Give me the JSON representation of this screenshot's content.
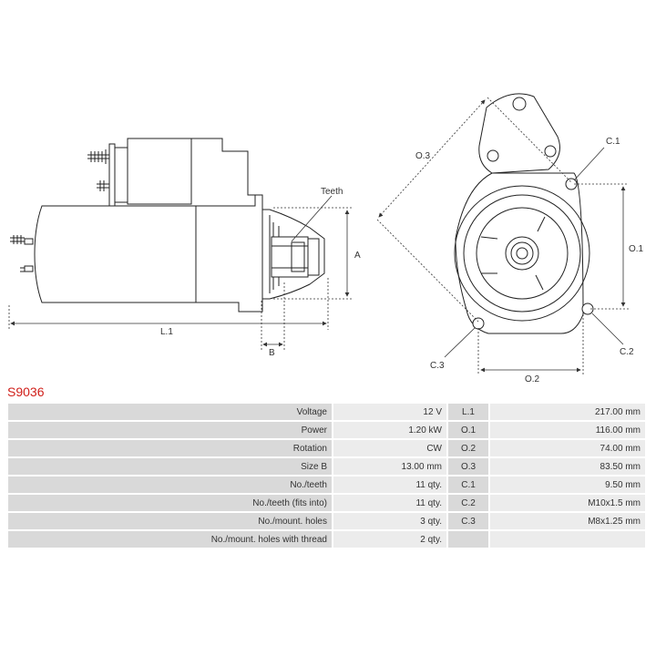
{
  "part_number": "S9036",
  "drawing_labels": {
    "teeth": "Teeth",
    "a": "A",
    "b": "B",
    "l1": "L.1",
    "o1": "O.1",
    "o2": "O.2",
    "o3": "O.3",
    "c1": "C.1",
    "c2": "C.2",
    "c3": "C.3"
  },
  "specs": [
    {
      "label": "Voltage",
      "value": "12 V",
      "code": "L.1",
      "dim": "217.00 mm"
    },
    {
      "label": "Power",
      "value": "1.20 kW",
      "code": "O.1",
      "dim": "116.00 mm"
    },
    {
      "label": "Rotation",
      "value": "CW",
      "code": "O.2",
      "dim": "74.00 mm"
    },
    {
      "label": "Size B",
      "value": "13.00 mm",
      "code": "O.3",
      "dim": "83.50 mm"
    },
    {
      "label": "No./teeth",
      "value": "11 qty.",
      "code": "C.1",
      "dim": "9.50 mm"
    },
    {
      "label": "No./teeth (fits into)",
      "value": "11 qty.",
      "code": "C.2",
      "dim": "M10x1.5 mm"
    },
    {
      "label": "No./mount. holes",
      "value": "3 qty.",
      "code": "C.3",
      "dim": "M8x1.25 mm"
    },
    {
      "label": "No./mount. holes with thread",
      "value": "2 qty.",
      "code": "",
      "dim": ""
    }
  ]
}
